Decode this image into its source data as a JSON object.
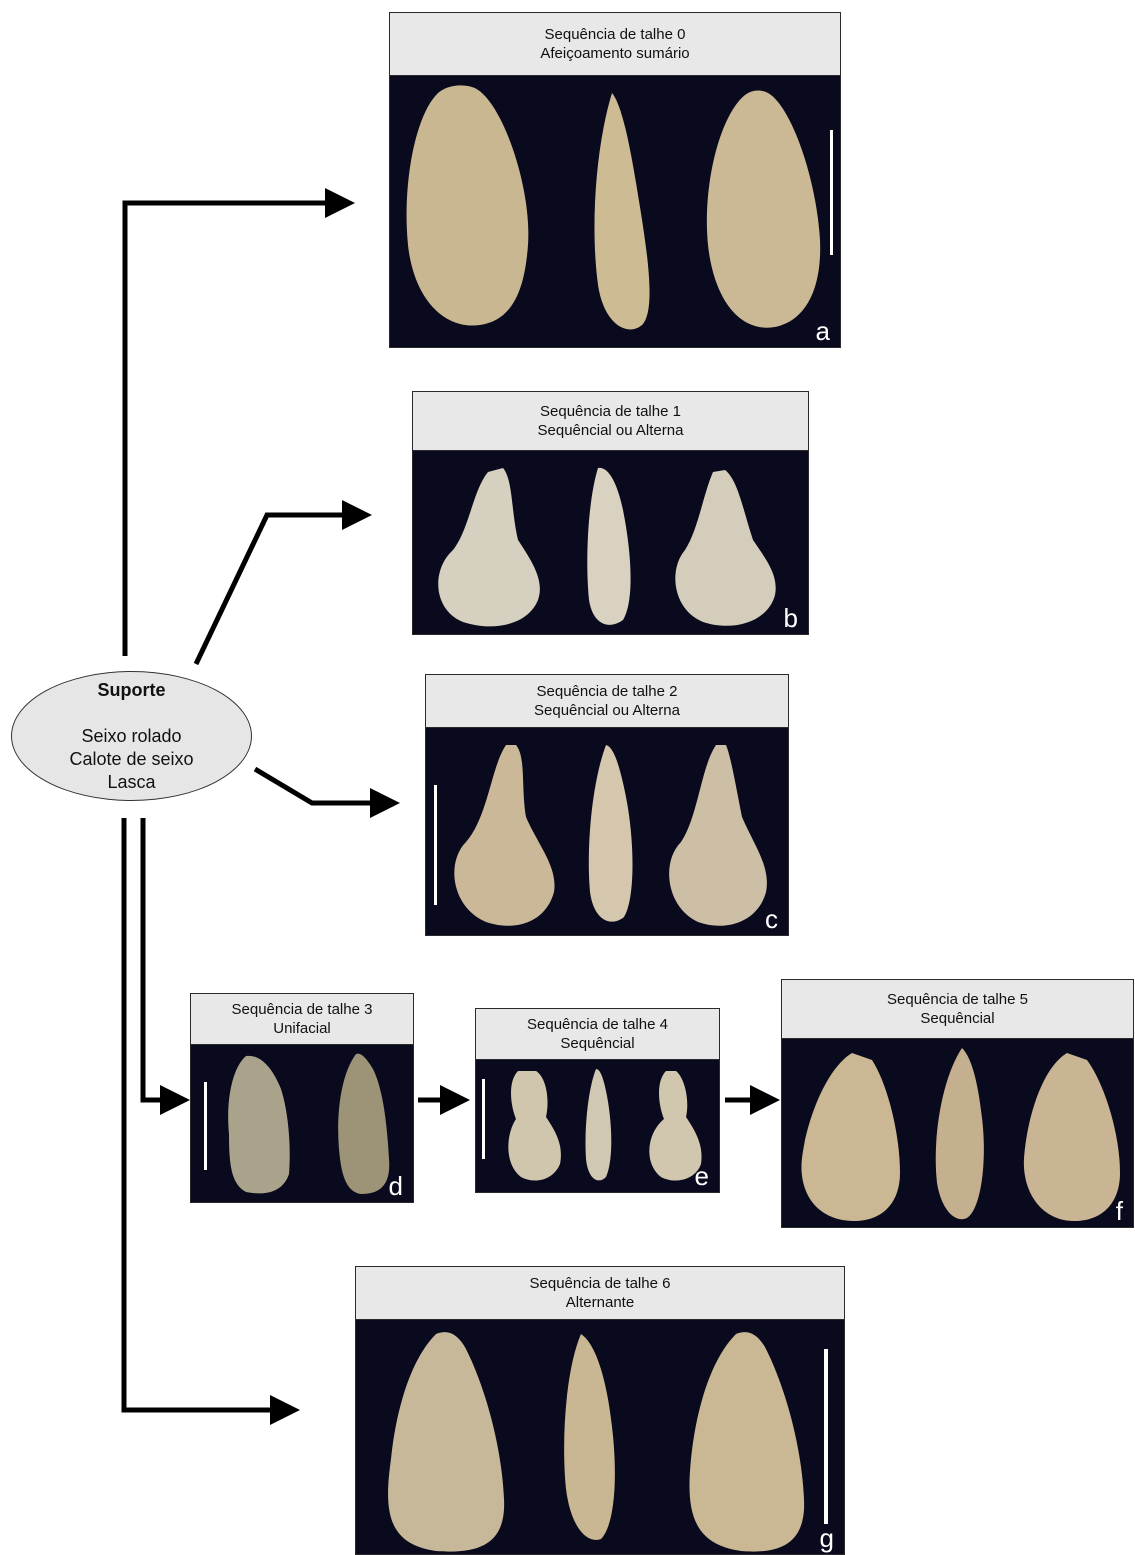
{
  "support": {
    "title": "Suporte",
    "items": [
      "Seixo rolado",
      "Calote de seixo",
      "Lasca"
    ]
  },
  "sequences": [
    {
      "title": "Sequência de talhe 0",
      "subtitle": "Afeiçoamento sumário",
      "letter": "a"
    },
    {
      "title": "Sequência de talhe 1",
      "subtitle": "Sequêncial ou Alterna",
      "letter": "b"
    },
    {
      "title": "Sequência de talhe 2",
      "subtitle": "Sequêncial ou Alterna",
      "letter": "c"
    },
    {
      "title": "Sequência de talhe 3",
      "subtitle": "Unifacial",
      "letter": "d"
    },
    {
      "title": "Sequência de talhe 4",
      "subtitle": "Sequêncial",
      "letter": "e"
    },
    {
      "title": "Sequência de talhe 5",
      "subtitle": "Sequêncial",
      "letter": "f"
    },
    {
      "title": "Sequência de talhe 6",
      "subtitle": "Alternante",
      "letter": "g"
    }
  ],
  "colors": {
    "photo_background": "#0a0a1e",
    "header_background": "#e8e8e8",
    "arrow": "#000000",
    "stone": "#c9b792"
  },
  "icons": [
    "arrow-right-icon",
    "scale-bar-icon",
    "stone-tool-icon"
  ]
}
